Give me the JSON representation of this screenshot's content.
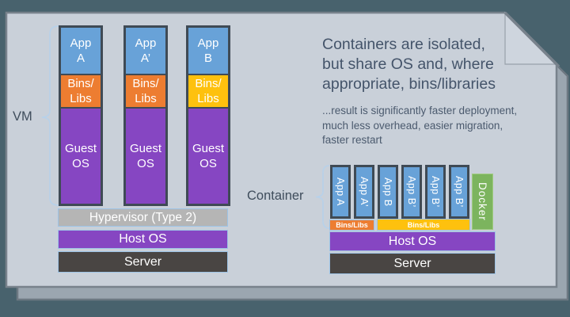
{
  "colors": {
    "background": "#48626d",
    "sheet": "#c9d0d9",
    "sheet_fold": "#ced5de",
    "back_sheet": "#9ba6b0",
    "sheet_border": "#78828c",
    "app_blue": "#68a2d8",
    "bins_orange": "#ed7d31",
    "bins_yellow": "#fec10e",
    "os_purple": "#8646c2",
    "hypervisor_gray": "#b5b5b5",
    "server_dark": "#494543",
    "docker_green": "#7cb45e",
    "column_border": "#3f4a55",
    "accent_border": "#9dc3e6",
    "brace_blue": "#b7d1ea",
    "text_dark": "#44546a"
  },
  "annotations": {
    "heading": "Containers are isolated,\nbut share OS and, where\nappropriate, bins/libraries",
    "subheading": "...result is significantly faster deployment,\nmuch less overhead, easier migration,\nfaster restart",
    "vm_label": "VM",
    "container_label": "Container"
  },
  "vm_stack": {
    "columns": [
      {
        "app": "App\nA",
        "bins": "Bins/\nLibs",
        "os": "Guest\nOS",
        "bins_color": "#ed7d31"
      },
      {
        "app": "App\nA’",
        "bins": "Bins/\nLibs",
        "os": "Guest\nOS",
        "bins_color": "#ed7d31"
      },
      {
        "app": "App\nB",
        "bins": "Bins/\nLibs",
        "os": "Guest\nOS",
        "bins_color": "#fec10e"
      }
    ],
    "layers": [
      {
        "label": "Hypervisor (Type 2)",
        "color": "#b5b5b5"
      },
      {
        "label": "Host OS",
        "color": "#8646c2"
      },
      {
        "label": "Server",
        "color": "#494543"
      }
    ]
  },
  "container_stack": {
    "apps": [
      {
        "label": "App A"
      },
      {
        "label": "App A’"
      },
      {
        "label": "App B"
      },
      {
        "label": "App B’"
      },
      {
        "label": "App B’"
      },
      {
        "label": "App B’"
      }
    ],
    "docker_label": "Docker",
    "bins": [
      {
        "label": "Bins/Libs",
        "color": "#ed7d31"
      },
      {
        "label": "Bins/Libs",
        "color": "#fec10e"
      }
    ],
    "layers": [
      {
        "label": "Host OS",
        "color": "#8646c2"
      },
      {
        "label": "Server",
        "color": "#494543"
      }
    ]
  }
}
